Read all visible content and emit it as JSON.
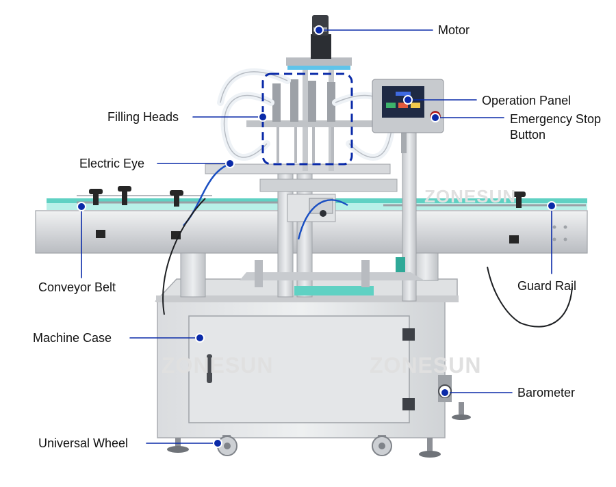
{
  "diagram": {
    "watermark": "ZONESUN",
    "colors": {
      "leader": "#0a2aa8",
      "dot": "#0a2aa8",
      "dot_ring": "#ffffff",
      "highlight": "#0a2aa8",
      "steel_light": "#e6e7e9",
      "steel_mid": "#c9cbce",
      "steel_dark": "#8d9096",
      "rail_teal": "#5fd1c3",
      "panel_screen": "#1f2a44",
      "stop_red": "#d92b2b",
      "hose": "#f2f5f8"
    },
    "labels": {
      "motor": "Motor",
      "filling_heads": "Filling Heads",
      "operation_panel": "Operation Panel",
      "emergency_stop_line1": "Emergency Stop",
      "emergency_stop_line2": "Button",
      "electric_eye": "Electric Eye",
      "conveyor_belt": "Conveyor Belt",
      "guard_rail": "Guard Rail",
      "machine_case": "Machine Case",
      "barometer": "Barometer",
      "universal_wheel": "Universal Wheel"
    }
  }
}
